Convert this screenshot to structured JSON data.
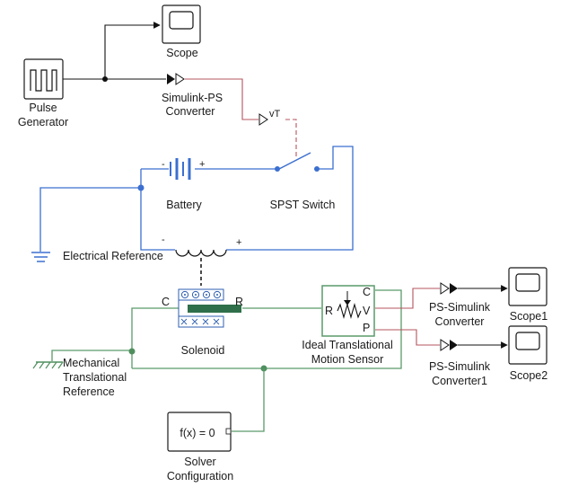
{
  "blocks": {
    "scope": "Scope",
    "pulse_generator": [
      "Pulse",
      "Generator"
    ],
    "simulink_ps_converter": [
      "Simulink-PS",
      "Converter"
    ],
    "battery": "Battery",
    "spst_switch": "SPST Switch",
    "electrical_reference": "Electrical Reference",
    "solenoid": "Solenoid",
    "mechanical_reference": [
      "Mechanical",
      "Translational",
      "Reference"
    ],
    "motion_sensor": [
      "Ideal Translational",
      "Motion Sensor"
    ],
    "ps_simulink_converter_1": [
      "PS-Simulink",
      "Converter"
    ],
    "ps_simulink_converter_2": [
      "PS-Simulink",
      "Converter1"
    ],
    "scope1": "Scope1",
    "scope2": "Scope2",
    "solver_configuration": [
      "Solver",
      "Configuration"
    ],
    "solver_expression": "f(x) = 0"
  },
  "ports": {
    "vT": "vT",
    "battery_minus": "-",
    "battery_plus": "+",
    "solenoid_minus": "-",
    "solenoid_plus": "+",
    "solenoid_C": "C",
    "solenoid_R": "R",
    "sensor_R": "R",
    "sensor_C": "C",
    "sensor_V": "V",
    "sensor_P": "P"
  },
  "colors": {
    "signal_line": "#111111",
    "electrical_line": "#3b6fd0",
    "mechanical_line": "#5a9a6a",
    "physical_signal_line": "#b5545f",
    "solenoid_plunger": "#2f6f4a"
  }
}
